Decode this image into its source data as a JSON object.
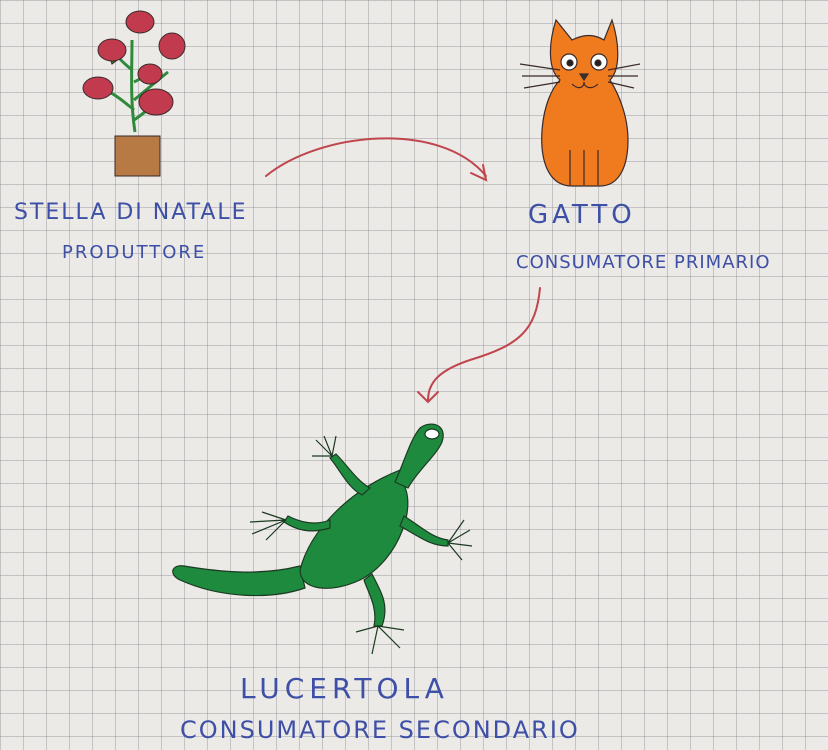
{
  "nodes": {
    "producer": {
      "name": "STELLA DI NATALE",
      "role": "PRODUTTORE"
    },
    "primary": {
      "name": "GATTO",
      "role": "CONSUMATORE PRIMARIO"
    },
    "secondary": {
      "name": "LUCERTOLA",
      "role": "CONSUMATORE SECONDARIO"
    }
  },
  "colors": {
    "text": "#3d4fa6",
    "arrow": "#c0464e",
    "plant_flowers": "#c23a4e",
    "plant_leaves": "#2f8a3c",
    "pot": "#b77a45",
    "cat": "#f07a1e",
    "lizard": "#1e8a3e"
  },
  "icons": [
    "poinsettia-icon",
    "cat-icon",
    "lizard-icon"
  ]
}
